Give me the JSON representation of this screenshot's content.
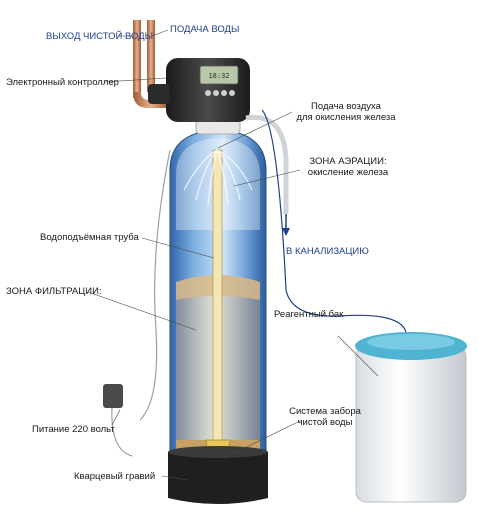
{
  "labels": {
    "clean_water_out": "ВЫХОД ЧИСТОЙ ВОДЫ",
    "water_in": "ПОДАЧА ВОДЫ",
    "controller": "Электронный контроллер",
    "air_supply_line1": "Подача воздуха",
    "air_supply_line2": "для окисления железа",
    "aeration_zone_line1": "ЗОНА АЭРАЦИИ:",
    "aeration_zone_line2": "окисление железа",
    "drain": "В КАНАЛИЗАЦИЮ",
    "riser_tube": "Водоподъёмная труба",
    "filtration_zone": "ЗОНА ФИЛЬТРАЦИИ:",
    "brine_tank": "Реагентный бак",
    "power": "Питание 220 вольт",
    "intake_line1": "Система забора",
    "intake_line2": "чистой воды",
    "gravel": "Кварцевый гравий"
  },
  "controller_display": "18:32",
  "colors": {
    "label_blue": "#1f3f8f",
    "tank_blue": "#3f7fc8",
    "tank_light": "#a9cdf0",
    "copper": "#c98a5a",
    "controller_body": "#2b2b2b",
    "brine_lid": "#4fb4d2"
  }
}
